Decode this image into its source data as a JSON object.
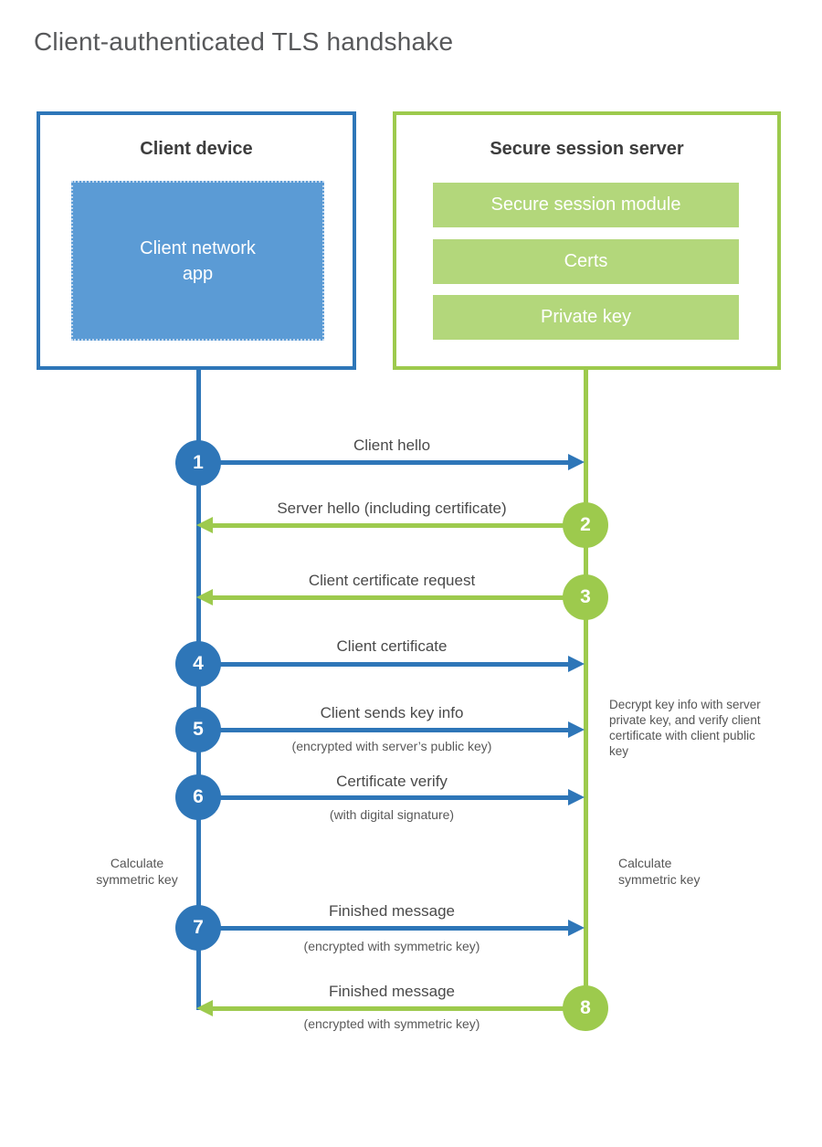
{
  "title": "Client-authenticated TLS handshake",
  "colors": {
    "blue_accent": "#2e76b8",
    "blue_fill": "#5b9bd5",
    "green_accent": "#9dca4d",
    "green_fill": "#b3d77b",
    "text_dark": "#3d3d3d",
    "text_label": "#4a4a4a"
  },
  "client": {
    "heading": "Client device",
    "app_label": "Client network app"
  },
  "server": {
    "heading": "Secure session server",
    "modules": [
      "Secure session module",
      "Certs",
      "Private key"
    ]
  },
  "steps": [
    {
      "num": "1",
      "from": "client",
      "to": "server",
      "label": "Client hello"
    },
    {
      "num": "2",
      "from": "server",
      "to": "client",
      "label": "Server hello (including certificate)"
    },
    {
      "num": "3",
      "from": "server",
      "to": "client",
      "label": "Client certificate request"
    },
    {
      "num": "4",
      "from": "client",
      "to": "server",
      "label": "Client certificate"
    },
    {
      "num": "5",
      "from": "client",
      "to": "server",
      "label": "Client sends key info",
      "sublabel": "(encrypted with server’s public key)"
    },
    {
      "num": "6",
      "from": "client",
      "to": "server",
      "label": "Certificate verify",
      "sublabel": "(with digital signature)"
    },
    {
      "num": "7",
      "from": "client",
      "to": "server",
      "label": "Finished message",
      "sublabel": "(encrypted with symmetric key)"
    },
    {
      "num": "8",
      "from": "server",
      "to": "client",
      "label": "Finished message",
      "sublabel": "(encrypted with symmetric key)"
    }
  ],
  "annotations": {
    "decrypt_note": "Decrypt key info with server private key, and verify client certificate with client public key",
    "calc_left": "Calculate symmetric key",
    "calc_right": "Calculate symmetric key"
  }
}
